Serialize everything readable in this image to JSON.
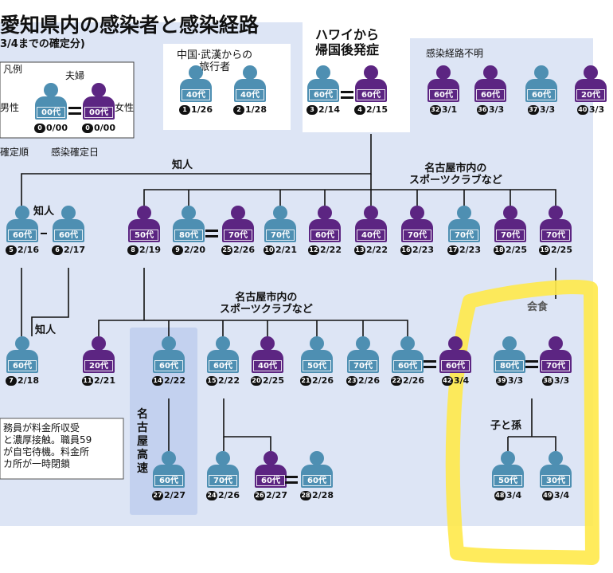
{
  "title": "愛知県内の感染者と感染経路",
  "subtitle": "3/4までの確定分)",
  "legend": {
    "heading": "凡例",
    "couple": "夫婦",
    "male": "男性",
    "female": "女性",
    "male_age": "00代",
    "female_age": "00代",
    "male_tag": "0/00",
    "female_tag": "0/00",
    "order": "確定順",
    "date": "感染確定日",
    "tag_num": "0"
  },
  "groups": {
    "wuhan": "中国·武漢からの\n旅行者",
    "hawaii": "ハワイから\n帰国後発症",
    "unknown": "感染経路不明",
    "acquaint_top": "知人",
    "acquaint_mid": "知人",
    "acquaint_low": "知人",
    "club1": "名古屋市内の\nスポーツクラブなど",
    "club2": "名古屋市内の\nスポーツクラブなど",
    "dinner": "会食",
    "grandchild": "子と孫",
    "expressway": "名古屋高速"
  },
  "callout": "務員が料金所収受\nと濃厚接触。職員59\nが自宅待機。料金所\nカ所が一時閉鎖",
  "highlight_color": "#ffe94a",
  "colors": {
    "male": "#4e8fb2",
    "female": "#5c2582",
    "panel": "#dde5f5",
    "expressway_panel": "#c3d1ef"
  },
  "persons": [
    {
      "id": "p1",
      "sex": "male",
      "age": "40代",
      "num": "1",
      "date": "1/26"
    },
    {
      "id": "p2",
      "sex": "male",
      "age": "40代",
      "num": "2",
      "date": "1/28"
    },
    {
      "id": "p3",
      "sex": "male",
      "age": "60代",
      "num": "3",
      "date": "2/14"
    },
    {
      "id": "p4",
      "sex": "female",
      "age": "60代",
      "num": "4",
      "date": "2/15"
    },
    {
      "id": "p32",
      "sex": "female",
      "age": "60代",
      "num": "32",
      "date": "3/1"
    },
    {
      "id": "p36",
      "sex": "female",
      "age": "60代",
      "num": "36",
      "date": "3/3"
    },
    {
      "id": "p37",
      "sex": "male",
      "age": "60代",
      "num": "37",
      "date": "3/3"
    },
    {
      "id": "p40",
      "sex": "female",
      "age": "20代",
      "num": "40",
      "date": "3/3"
    },
    {
      "id": "p5",
      "sex": "male",
      "age": "60代",
      "num": "5",
      "date": "2/16"
    },
    {
      "id": "p6",
      "sex": "male",
      "age": "60代",
      "num": "6",
      "date": "2/17"
    },
    {
      "id": "p8",
      "sex": "female",
      "age": "50代",
      "num": "8",
      "date": "2/19"
    },
    {
      "id": "p9",
      "sex": "male",
      "age": "80代",
      "num": "9",
      "date": "2/20"
    },
    {
      "id": "p25",
      "sex": "female",
      "age": "70代",
      "num": "25",
      "date": "2/26"
    },
    {
      "id": "p10",
      "sex": "male",
      "age": "70代",
      "num": "10",
      "date": "2/21"
    },
    {
      "id": "p12",
      "sex": "female",
      "age": "60代",
      "num": "12",
      "date": "2/22"
    },
    {
      "id": "p13",
      "sex": "female",
      "age": "40代",
      "num": "13",
      "date": "2/22"
    },
    {
      "id": "p16",
      "sex": "female",
      "age": "70代",
      "num": "16",
      "date": "2/23"
    },
    {
      "id": "p17",
      "sex": "male",
      "age": "70代",
      "num": "17",
      "date": "2/23"
    },
    {
      "id": "p18",
      "sex": "female",
      "age": "70代",
      "num": "18",
      "date": "2/25"
    },
    {
      "id": "p19",
      "sex": "female",
      "age": "70代",
      "num": "19",
      "date": "2/25"
    },
    {
      "id": "p7",
      "sex": "male",
      "age": "60代",
      "num": "7",
      "date": "2/18"
    },
    {
      "id": "p11",
      "sex": "female",
      "age": "20代",
      "num": "11",
      "date": "2/21"
    },
    {
      "id": "p14",
      "sex": "male",
      "age": "60代",
      "num": "14",
      "date": "2/22"
    },
    {
      "id": "p15",
      "sex": "male",
      "age": "60代",
      "num": "15",
      "date": "2/22"
    },
    {
      "id": "p20",
      "sex": "female",
      "age": "40代",
      "num": "20",
      "date": "2/25"
    },
    {
      "id": "p21",
      "sex": "male",
      "age": "50代",
      "num": "21",
      "date": "2/26"
    },
    {
      "id": "p23",
      "sex": "male",
      "age": "70代",
      "num": "23",
      "date": "2/26"
    },
    {
      "id": "p22",
      "sex": "male",
      "age": "60代",
      "num": "22",
      "date": "2/26"
    },
    {
      "id": "p42",
      "sex": "female",
      "age": "60代",
      "num": "42",
      "date": "3/4"
    },
    {
      "id": "p39",
      "sex": "male",
      "age": "80代",
      "num": "39",
      "date": "3/3"
    },
    {
      "id": "p38",
      "sex": "female",
      "age": "70代",
      "num": "38",
      "date": "3/3"
    },
    {
      "id": "p48",
      "sex": "male",
      "age": "50代",
      "num": "48",
      "date": "3/4"
    },
    {
      "id": "p49",
      "sex": "male",
      "age": "30代",
      "num": "49",
      "date": "3/4"
    },
    {
      "id": "p27",
      "sex": "male",
      "age": "60代",
      "num": "27",
      "date": "2/27"
    },
    {
      "id": "p24",
      "sex": "male",
      "age": "70代",
      "num": "24",
      "date": "2/26"
    },
    {
      "id": "p26",
      "sex": "female",
      "age": "60代",
      "num": "26",
      "date": "2/27"
    },
    {
      "id": "p28",
      "sex": "male",
      "age": "60代",
      "num": "28",
      "date": "2/28"
    }
  ]
}
